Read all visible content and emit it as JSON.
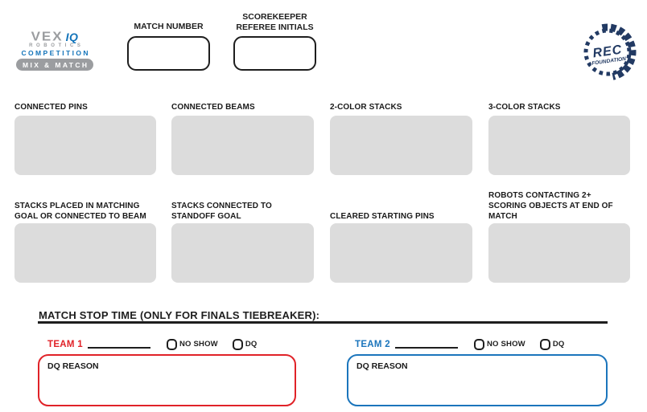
{
  "colors": {
    "vex_gray": "#9B9DA0",
    "vex_blue": "#1273B9",
    "team1_red": "#E02228",
    "team2_blue": "#1B75BC",
    "field_gray": "#DCDCDC",
    "rec_navy": "#223A63",
    "ink_black": "#1E1E1E"
  },
  "logo": {
    "vex": "VEX",
    "iq": "IQ",
    "robotics": "ROBOTICS",
    "competition": "COMPETITION",
    "season": "MIX & MATCH"
  },
  "rec": {
    "name": "REC",
    "sub": "FOUNDATION"
  },
  "header": {
    "match_number_label": "MATCH NUMBER",
    "scorekeeper_line1": "SCOREKEEPER",
    "scorekeeper_line2": "REFEREE INITIALS"
  },
  "fields": [
    {
      "label": "CONNECTED PINS"
    },
    {
      "label": "CONNECTED BEAMS"
    },
    {
      "label": "2-COLOR STACKS"
    },
    {
      "label": "3-COLOR STACKS"
    },
    {
      "label": "STACKS PLACED IN MATCHING GOAL OR CONNECTED TO BEAM"
    },
    {
      "label": "STACKS CONNECTED TO STANDOFF GOAL"
    },
    {
      "label": "CLEARED STARTING PINS"
    },
    {
      "label": "ROBOTS CONTACTING 2+ SCORING OBJECTS AT END OF MATCH"
    }
  ],
  "footer": {
    "stop_time_label": "MATCH STOP TIME (ONLY FOR FINALS TIEBREAKER):",
    "no_show_label": "NO SHOW",
    "dq_label": "DQ",
    "dq_reason_label": "DQ REASON",
    "teams": [
      {
        "label": "TEAM 1"
      },
      {
        "label": "TEAM 2"
      }
    ]
  }
}
